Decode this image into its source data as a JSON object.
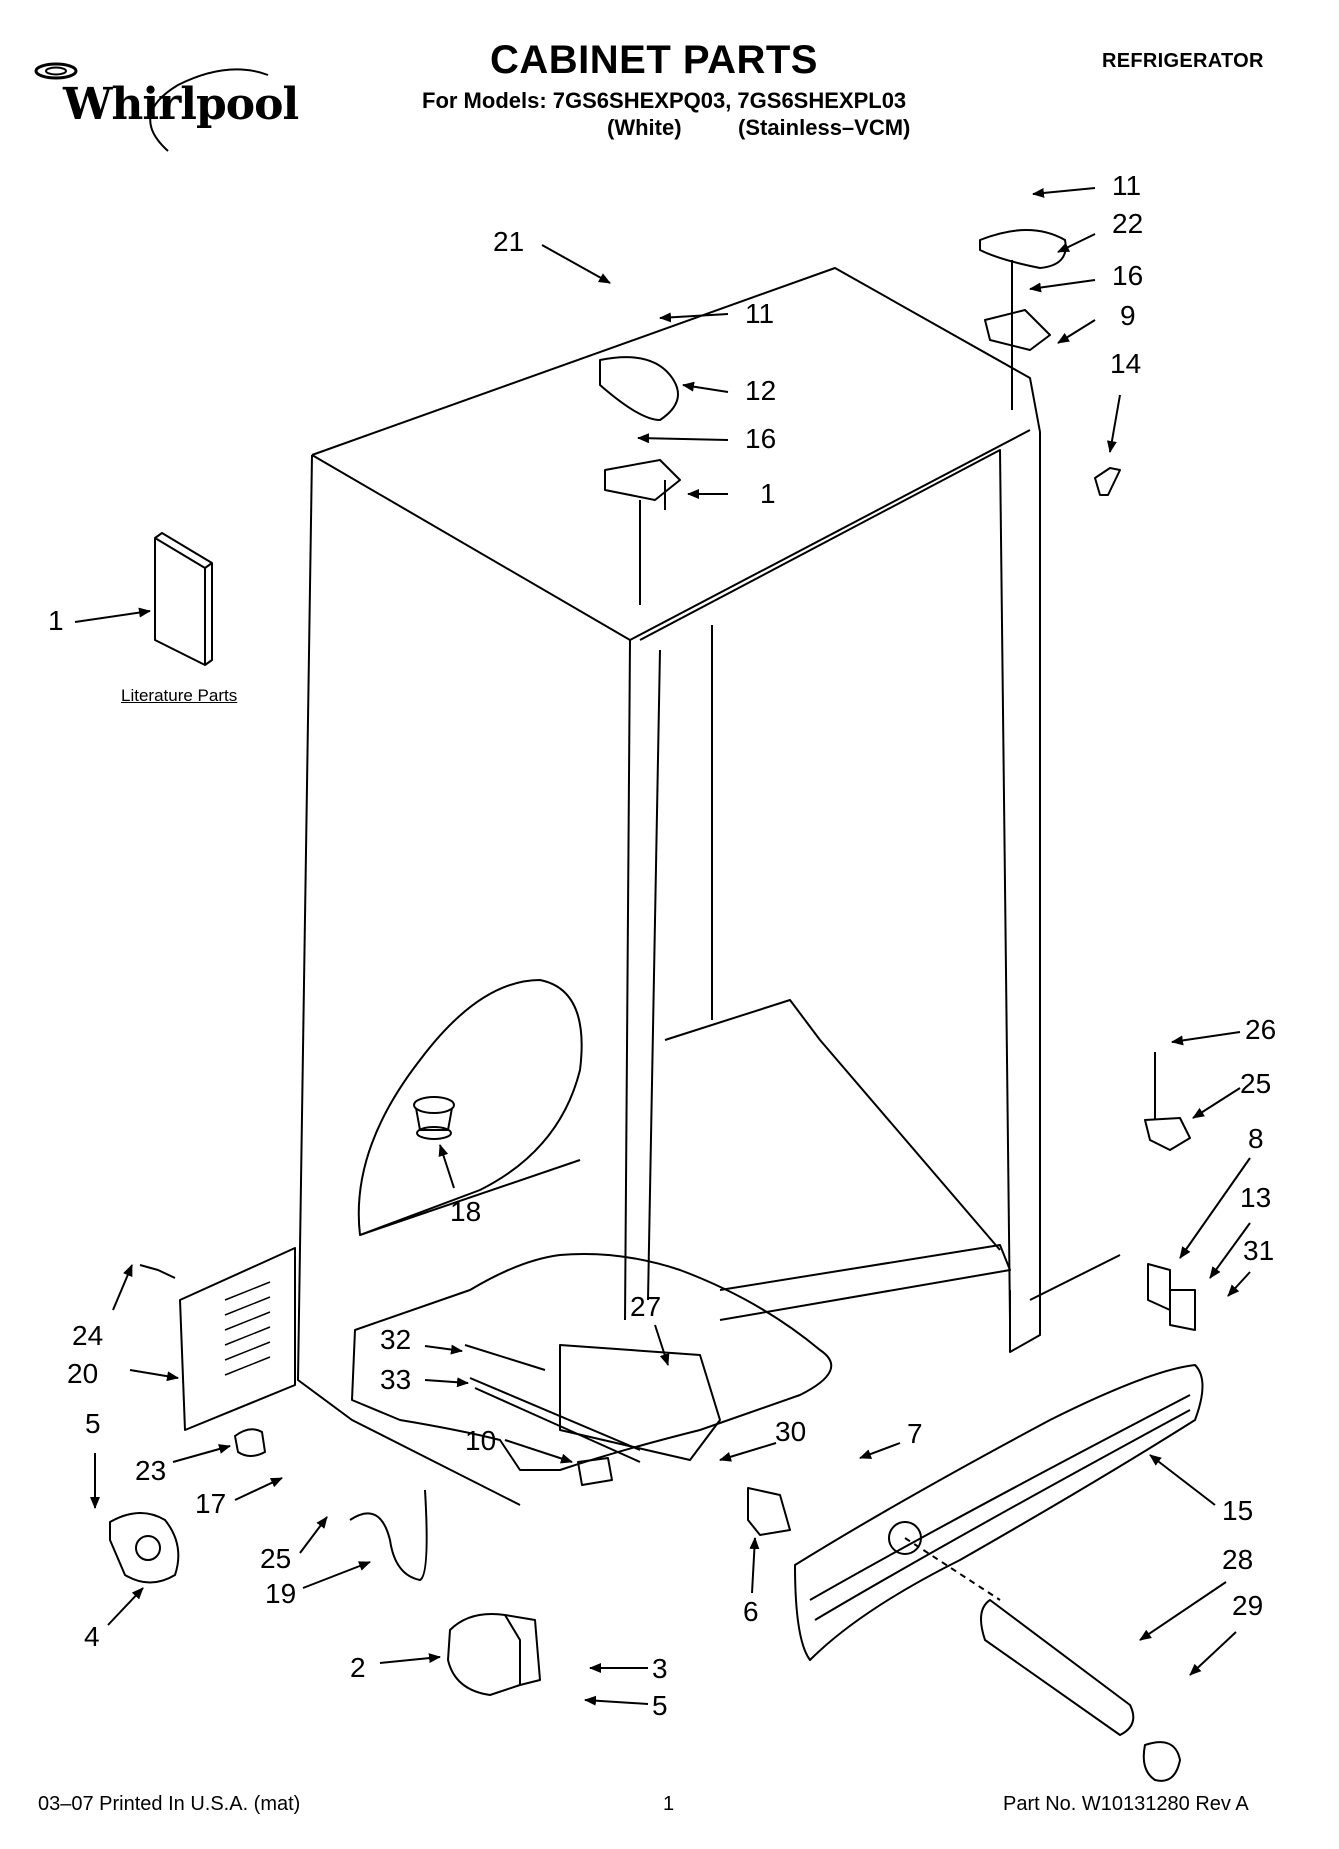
{
  "header": {
    "brand": "Whirlpool",
    "title": "CABINET PARTS",
    "category": "REFRIGERATOR",
    "models_line": "For Models: 7GS6SHEXPQ03, 7GS6SHEXPL03",
    "variant_white": "(White)",
    "variant_stainless": "(Stainless–VCM)"
  },
  "literature_label": "Literature Parts",
  "callouts": {
    "c_lit1": "1",
    "c_21": "21",
    "c_11a": "11",
    "c_12": "12",
    "c_16a": "16",
    "c_1b": "1",
    "c_11b": "11",
    "c_22": "22",
    "c_16b": "16",
    "c_9": "9",
    "c_14": "14",
    "c_26": "26",
    "c_25a": "25",
    "c_8": "8",
    "c_13": "13",
    "c_31": "31",
    "c_18": "18",
    "c_27": "27",
    "c_32": "32",
    "c_33": "33",
    "c_10": "10",
    "c_30": "30",
    "c_7": "7",
    "c_15": "15",
    "c_28": "28",
    "c_29": "29",
    "c_6": "6",
    "c_24": "24",
    "c_20": "20",
    "c_5a": "5",
    "c_23": "23",
    "c_17": "17",
    "c_25b": "25",
    "c_19": "19",
    "c_4": "4",
    "c_2": "2",
    "c_3": "3",
    "c_5b": "5"
  },
  "footer": {
    "print_info": "03–07 Printed In U.S.A. (mat)",
    "page": "1",
    "part_no": "Part No. W10131280 Rev A"
  }
}
